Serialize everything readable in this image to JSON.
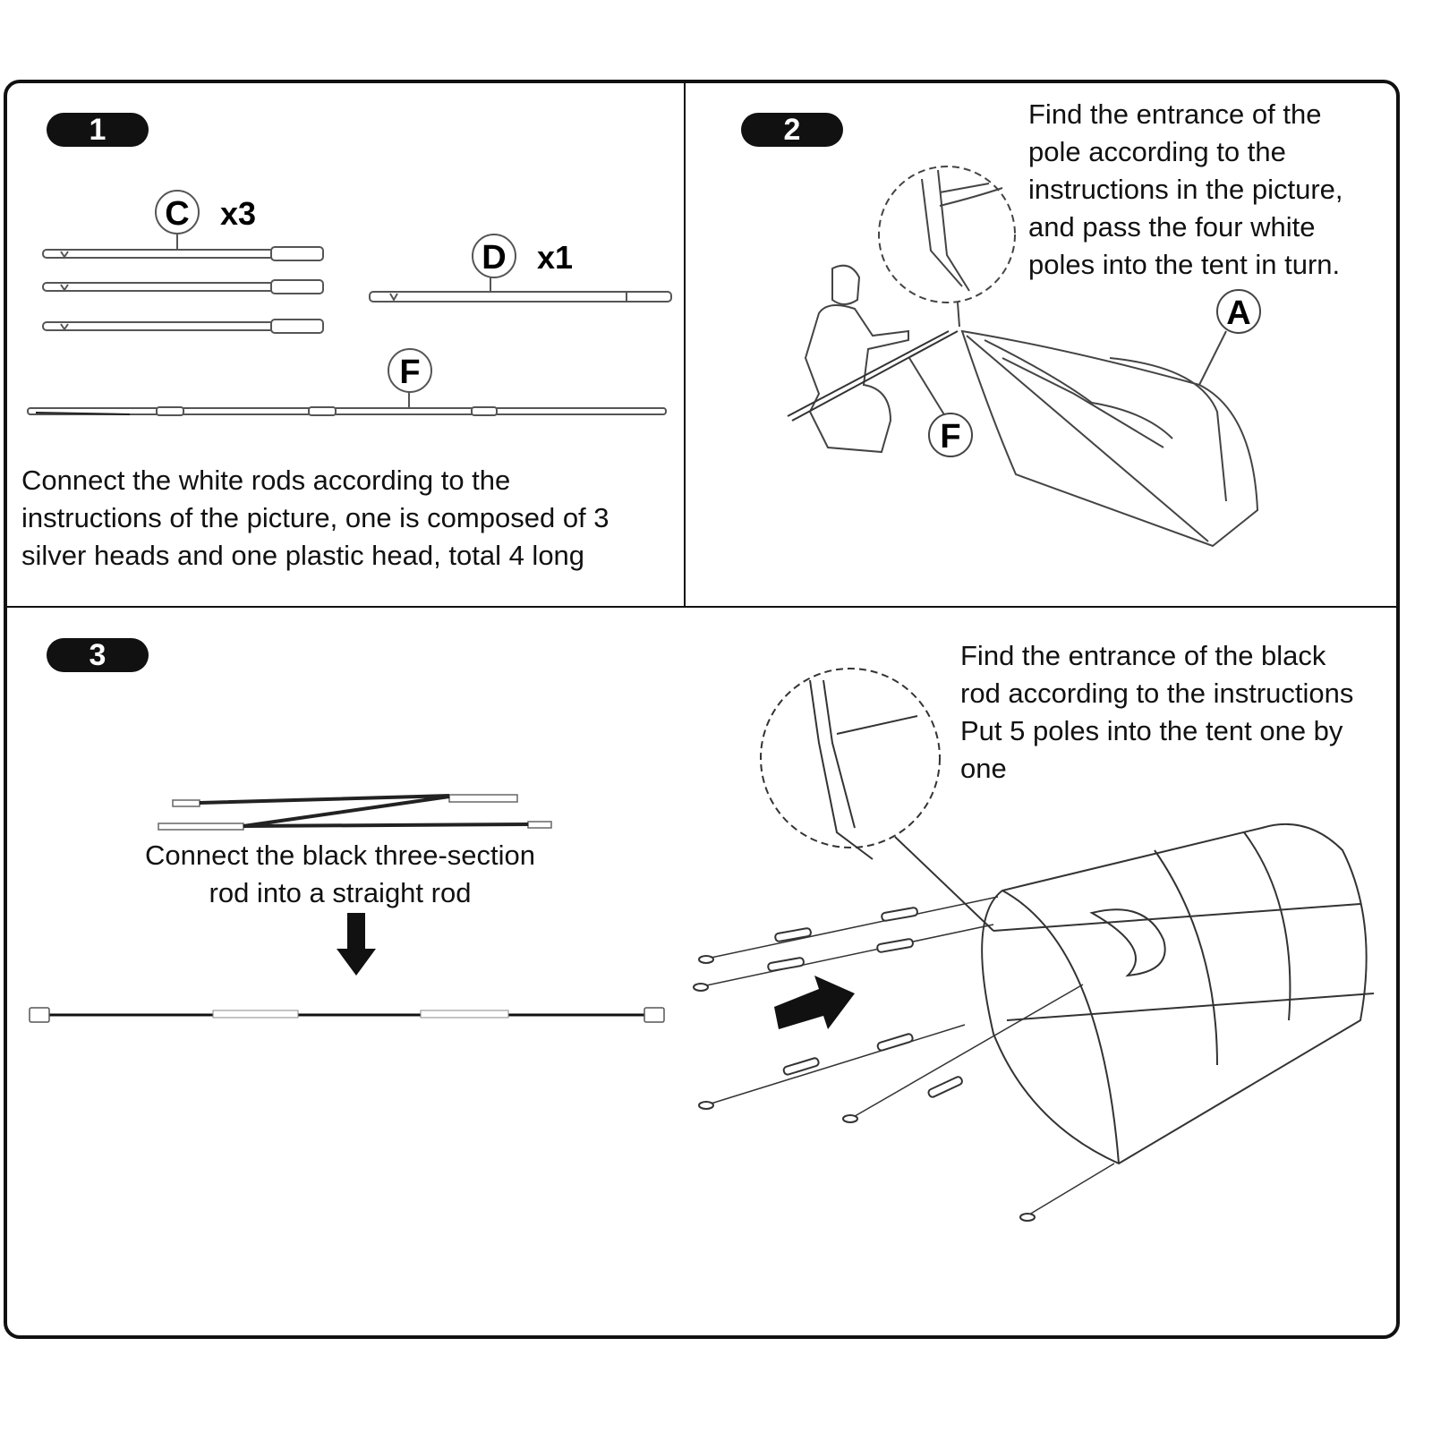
{
  "steps": [
    {
      "number": "1",
      "parts": [
        {
          "label": "C",
          "quantity": "x3"
        },
        {
          "label": "D",
          "quantity": "x1"
        },
        {
          "label": "F"
        }
      ],
      "text_lines": [
        "Connect the white rods according to the",
        "instructions of the picture, one is composed of 3",
        "silver heads and one plastic head, total 4 long"
      ]
    },
    {
      "number": "2",
      "text_lines": [
        "Find the entrance of the",
        "pole according to the",
        "instructions in the picture,",
        "and pass the four white",
        "poles into the tent in turn."
      ],
      "callouts": [
        "A",
        "F"
      ]
    },
    {
      "number": "3",
      "caption_lines": [
        "Connect the black three-section",
        "rod into a straight rod"
      ],
      "text_lines": [
        "Find the entrance of the black",
        "rod according to the instructions",
        "Put 5 poles into the tent one by",
        "one"
      ]
    }
  ]
}
